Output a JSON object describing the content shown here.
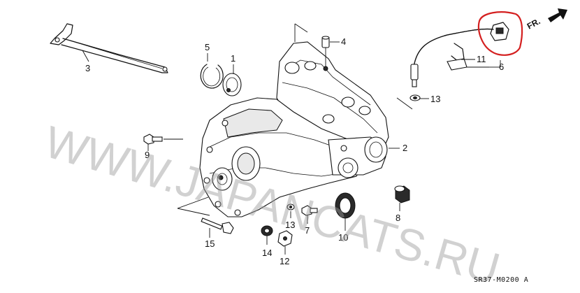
{
  "diagram": {
    "code": "SR37-M0200 A",
    "watermark": "WWW.JAPANCATS.RU",
    "direction_label": "FR.",
    "callouts": [
      "1",
      "2",
      "3",
      "4",
      "5",
      "6",
      "7",
      "8",
      "9",
      "10",
      "11",
      "12",
      "13",
      "13",
      "14",
      "15"
    ],
    "highlight_color": "#d42020"
  }
}
